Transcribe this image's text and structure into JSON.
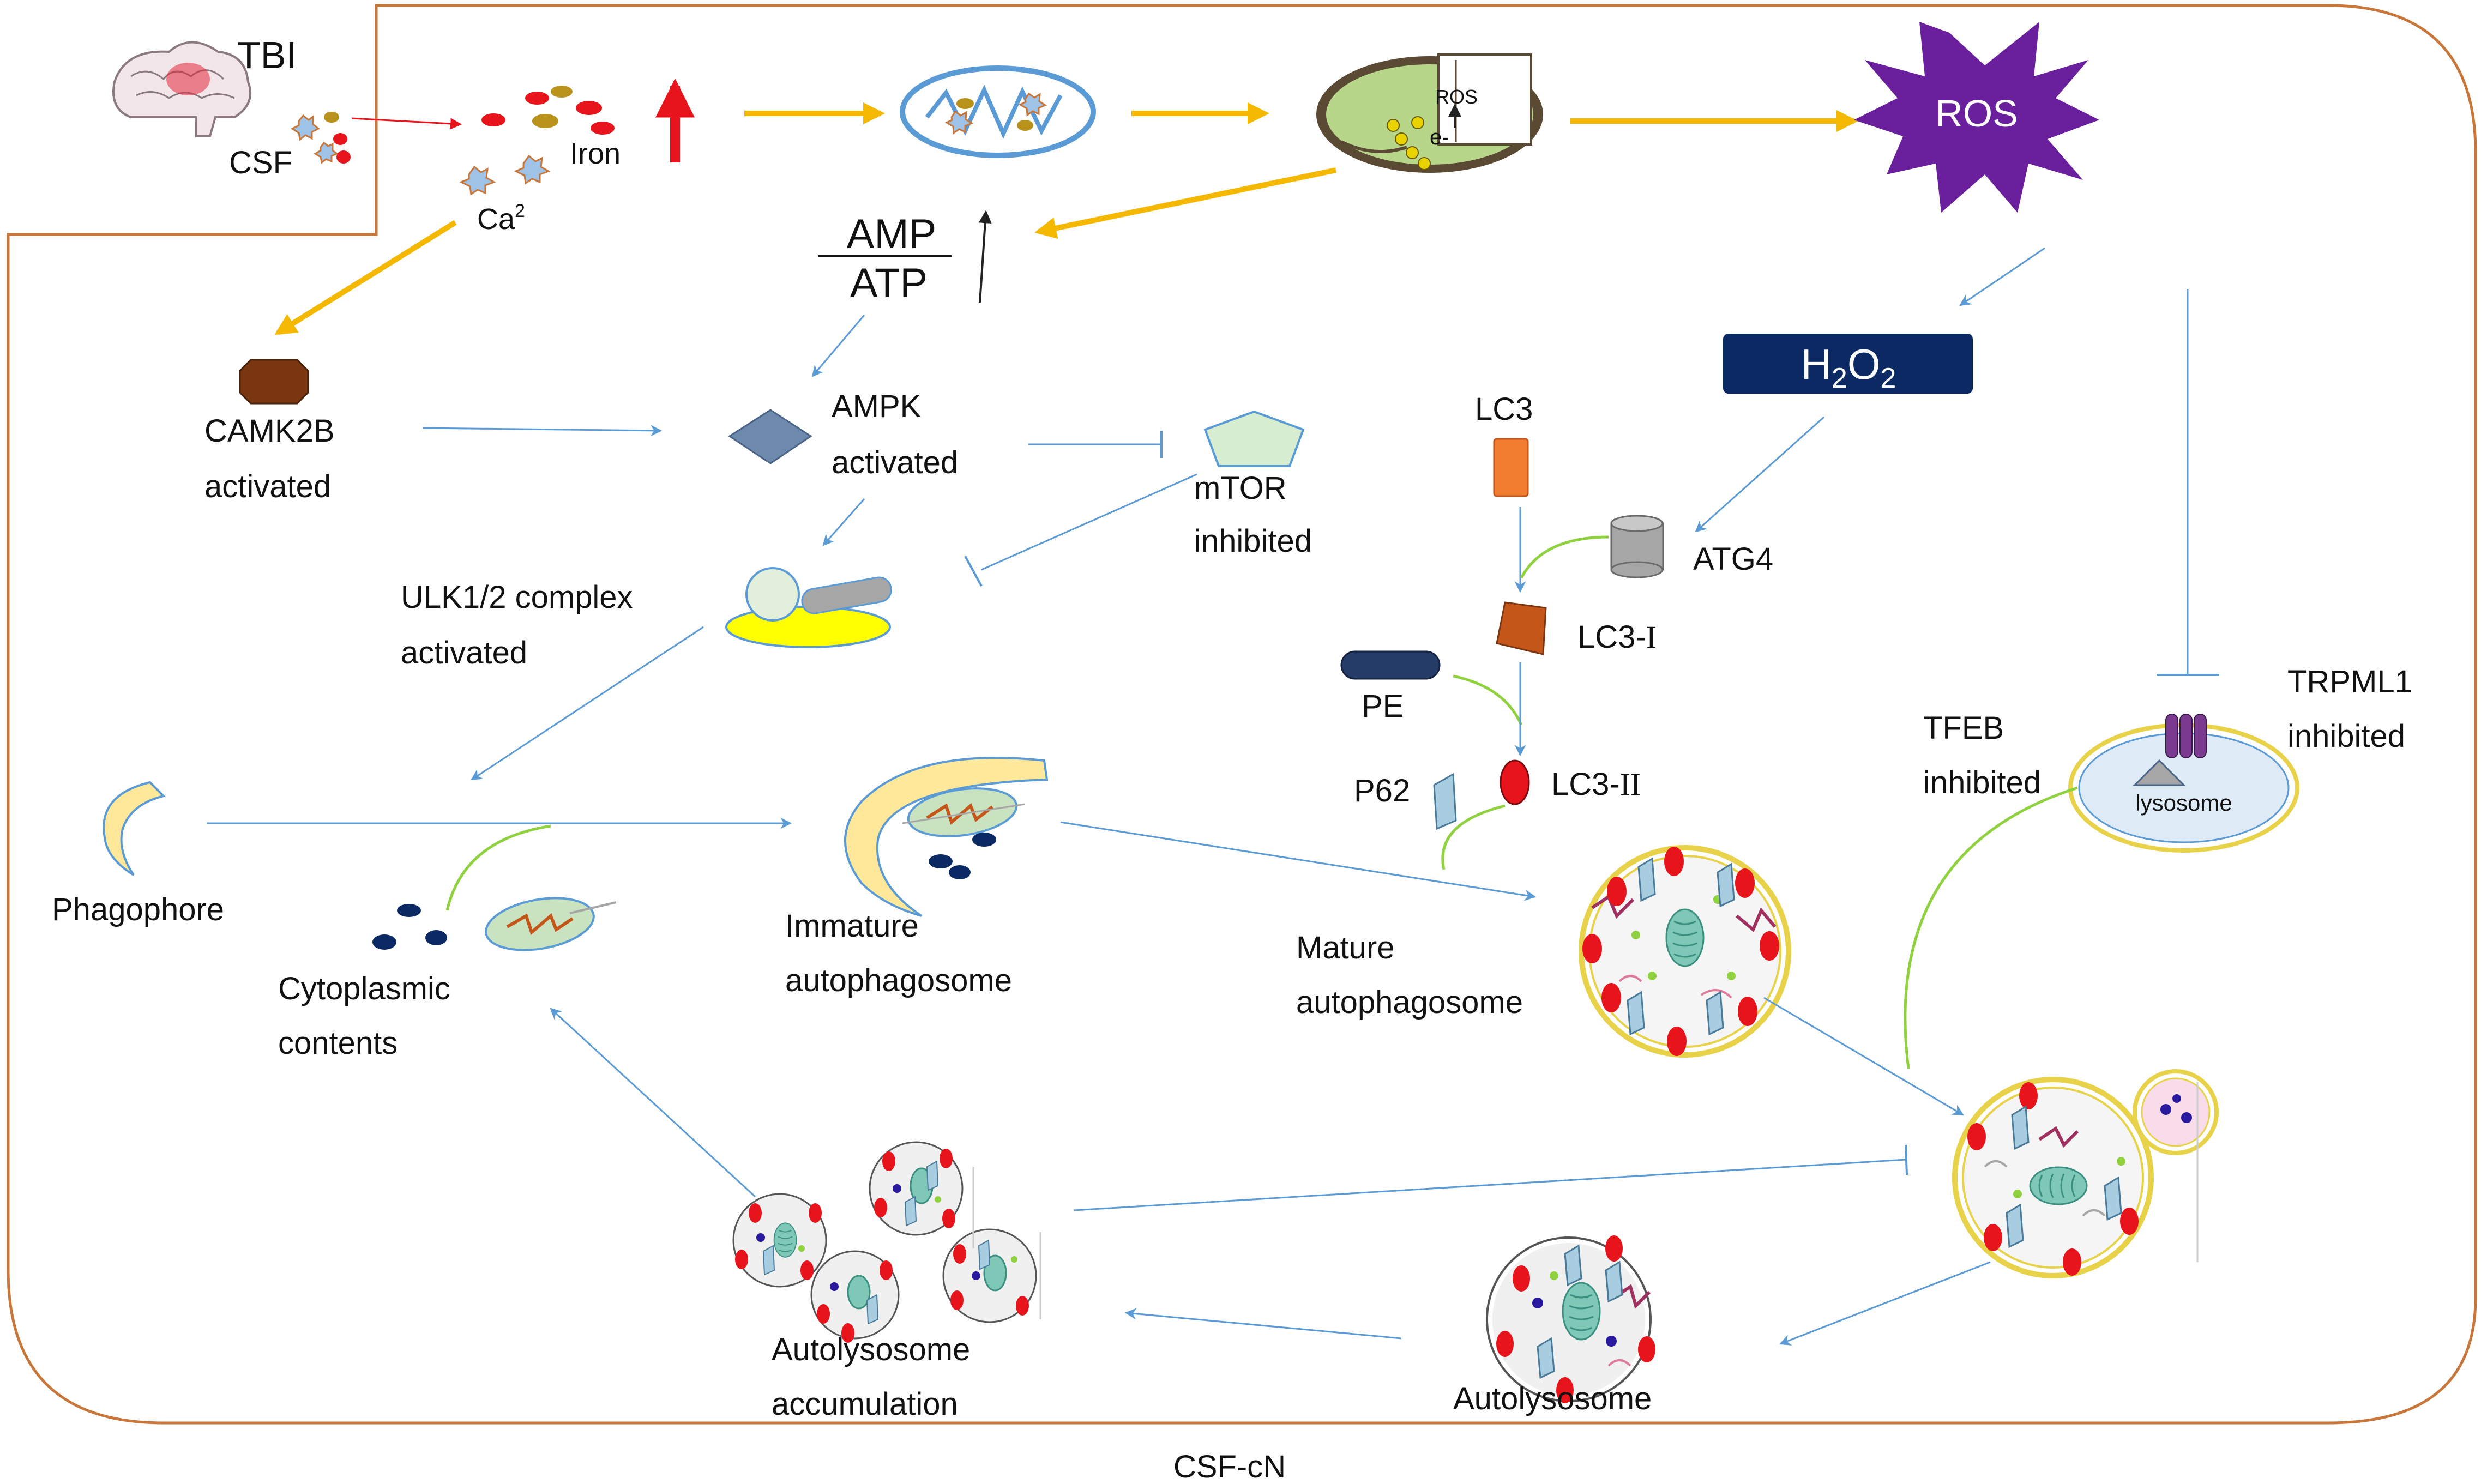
{
  "labels": {
    "tbi": "TBI",
    "csf": "CSF",
    "iron": "Iron",
    "ca2": "Ca",
    "ca2_sup": "2",
    "amp": "AMP",
    "atp": "ATP",
    "ros_star": "ROS",
    "ros_mito": "ROS",
    "electron": "e-",
    "h2o2_h": "H",
    "h2o2_2a": "2",
    "h2o2_o": "O",
    "h2o2_2b": "2",
    "camk2b_l1": "CAMK2B",
    "camk2b_l2": "activated",
    "ampk_l1": "AMPK",
    "ampk_l2": "activated",
    "mtor_l1": "mTOR",
    "mtor_l2": "inhibited",
    "ulk_l1": "ULK1/2 complex",
    "ulk_l2": "activated",
    "lc3": "LC3",
    "atg4": "ATG4",
    "lc3_i_prefix": "LC3-",
    "lc3_i_numeral": "I",
    "pe": "PE",
    "lc3_ii_prefix": "LC3-",
    "lc3_ii_numeral": "II",
    "p62": "P62",
    "tfeb_l1": "TFEB",
    "tfeb_l2": "inhibited",
    "trpml1_l1": "TRPML1",
    "trpml1_l2": "inhibited",
    "lysosome": "lysosome",
    "phagophore": "Phagophore",
    "cyto_l1": "Cytoplasmic",
    "cyto_l2": "contents",
    "immature_l1": "Immature",
    "immature_l2": "autophagosome",
    "mature_l1": "Mature",
    "mature_l2": "autophagosome",
    "autolysosome": "Autolysosome",
    "accum_l1": "Autolysosome",
    "accum_l2": "accumulation",
    "csf_cn": "CSF-cN"
  },
  "colors": {
    "border": "#c8763a",
    "yellow_arrow": "#f5b800",
    "blue_arrow": "#5b9bd5",
    "red_arrow": "#e8141c",
    "green_arc": "#8fd13e",
    "ros_star": "#6a1f9c",
    "h2o2_box": "#0b2a63",
    "camk2b": "#7a3610",
    "ampk": "#6d8aad",
    "mtor": "#d6edd0",
    "lc3": "#f07d30",
    "lc3_i": "#c4561a",
    "atg4": "#a6a6a6",
    "pe": "#243c66",
    "lc3_ii": "#e8141c",
    "p62": "#a9cde0",
    "ulk_ellipse": "#ffff00",
    "lysosome_fill": "#deebf7",
    "membrane_yellow": "#e8d24a"
  },
  "icons": [
    "brain-icon",
    "mitochondrion-icon",
    "damaged-mitochondrion-icon",
    "ros-starburst-icon",
    "lysosome-icon",
    "trpml1-channel-icon"
  ]
}
